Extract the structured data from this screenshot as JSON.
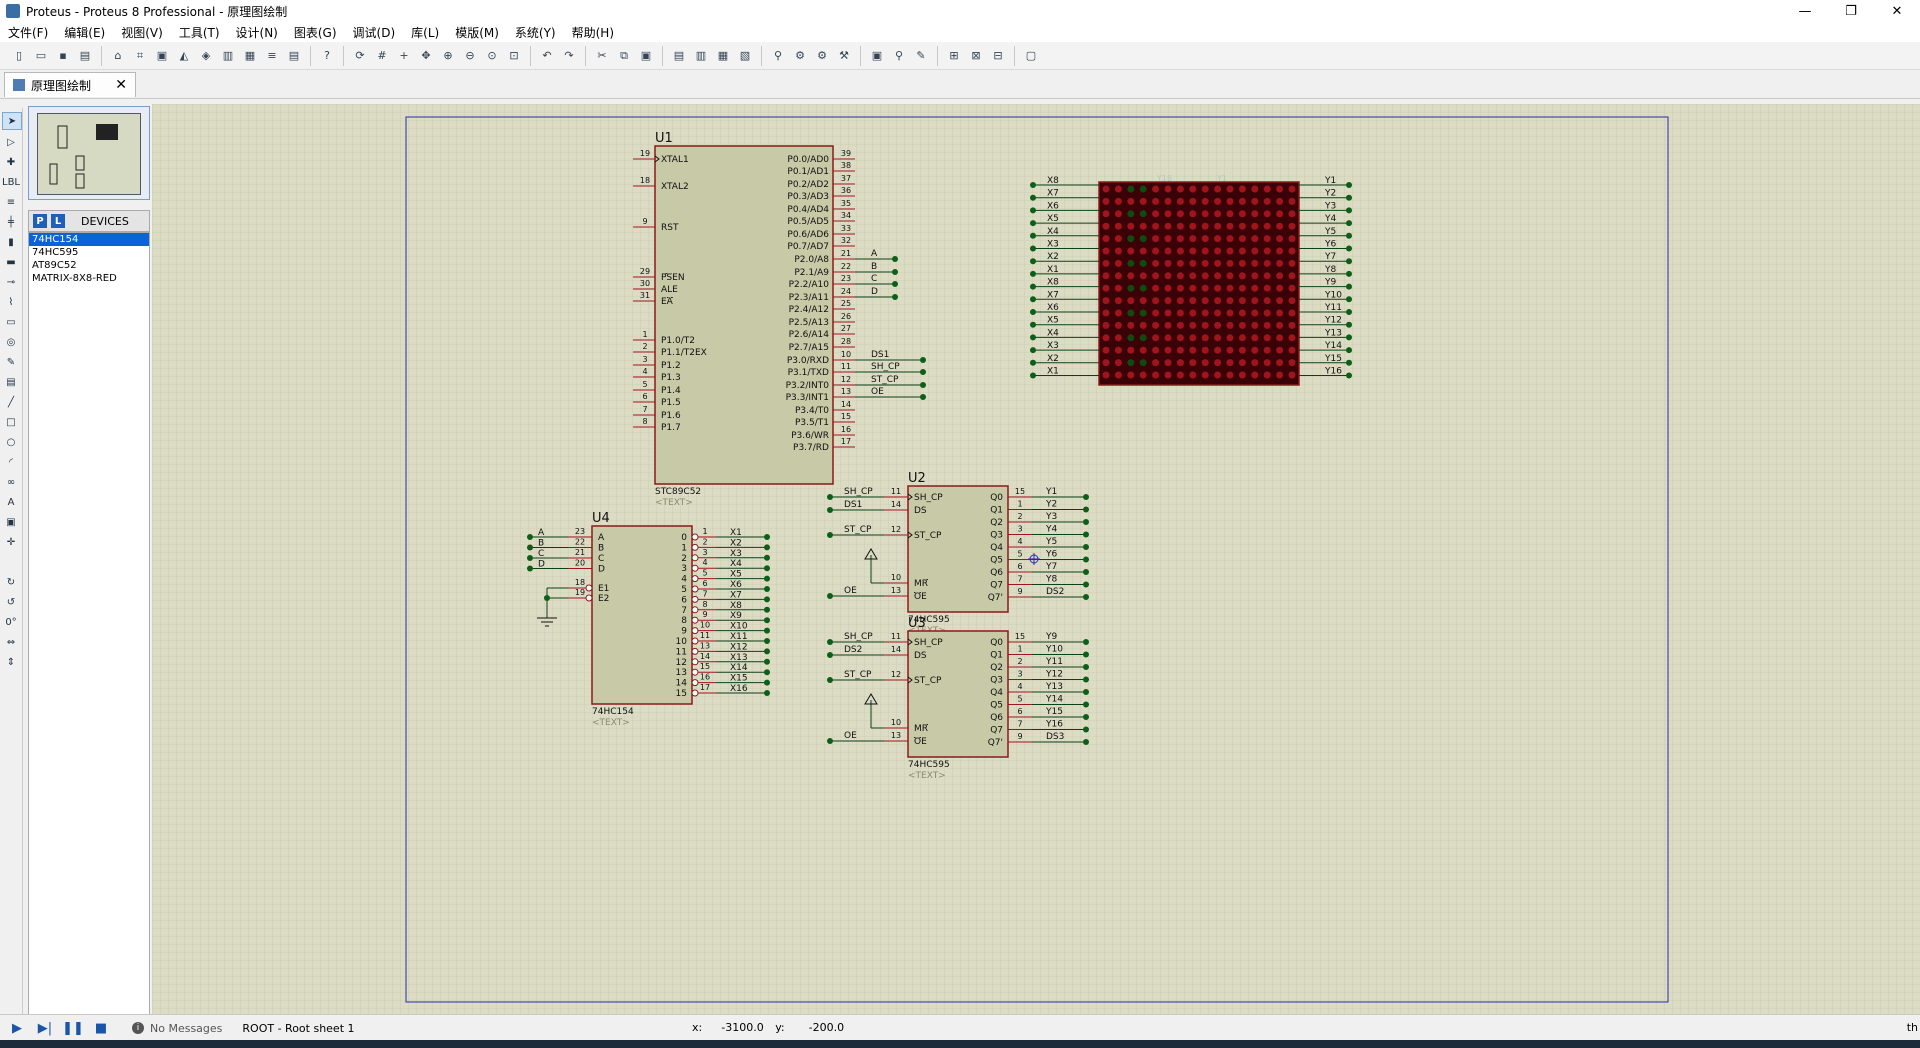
{
  "window": {
    "title": "Proteus - Proteus 8 Professional - 原理图绘制",
    "minimize": "—",
    "restore": "❐",
    "close": "✕"
  },
  "menu": [
    "文件(F)",
    "编辑(E)",
    "视图(V)",
    "工具(T)",
    "设计(N)",
    "图表(G)",
    "调试(D)",
    "库(L)",
    "模版(M)",
    "系统(Y)",
    "帮助(H)"
  ],
  "tab": {
    "label": "原理图绘制",
    "close": "✕"
  },
  "devices": {
    "p_button": "P",
    "l_button": "L",
    "title": "DEVICES",
    "items": [
      "74HC154",
      "74HC595",
      "AT89C52",
      "MATRIX-8X8-RED"
    ],
    "selected": "74HC154"
  },
  "left_tools": {
    "angle": "0°"
  },
  "status": {
    "messages": "No Messages",
    "sheet": "ROOT - Root sheet 1",
    "x_label": "x:",
    "x_value": "-3100.0",
    "y_label": "y:",
    "y_value": "-200.0",
    "right_edge": "th"
  },
  "schematic": {
    "colors": {
      "grid_bg": "#dcdcc4",
      "body": "#c7c9a7",
      "outline": "#8b1a1a",
      "pin_red": "#a0141e",
      "dot": "#0b5f16"
    },
    "u1": {
      "ref": "U1",
      "part": "STC89C52",
      "text": "<TEXT>",
      "left": [
        {
          "num": "19",
          "name": "XTAL1",
          "arrow": true
        },
        {
          "num": "18",
          "name": "XTAL2"
        },
        {
          "num": "9",
          "name": "RST"
        },
        {
          "num": "29",
          "name": "PSEN",
          "overline": true
        },
        {
          "num": "30",
          "name": "ALE"
        },
        {
          "num": "31",
          "name": "EA",
          "overline": true
        },
        {
          "num": "1",
          "name": "P1.0/T2"
        },
        {
          "num": "2",
          "name": "P1.1/T2EX"
        },
        {
          "num": "3",
          "name": "P1.2"
        },
        {
          "num": "4",
          "name": "P1.3"
        },
        {
          "num": "5",
          "name": "P1.4"
        },
        {
          "num": "6",
          "name": "P1.5"
        },
        {
          "num": "7",
          "name": "P1.6"
        },
        {
          "num": "8",
          "name": "P1.7"
        }
      ],
      "right": [
        {
          "num": "39",
          "name": "P0.0/AD0"
        },
        {
          "num": "38",
          "name": "P0.1/AD1"
        },
        {
          "num": "37",
          "name": "P0.2/AD2"
        },
        {
          "num": "36",
          "name": "P0.3/AD3"
        },
        {
          "num": "35",
          "name": "P0.4/AD4"
        },
        {
          "num": "34",
          "name": "P0.5/AD5"
        },
        {
          "num": "33",
          "name": "P0.6/AD6"
        },
        {
          "num": "32",
          "name": "P0.7/AD7"
        },
        {
          "num": "21",
          "name": "P2.0/A8",
          "net": "A"
        },
        {
          "num": "22",
          "name": "P2.1/A9",
          "net": "B"
        },
        {
          "num": "23",
          "name": "P2.2/A10",
          "net": "C"
        },
        {
          "num": "24",
          "name": "P2.3/A11",
          "net": "D"
        },
        {
          "num": "25",
          "name": "P2.4/A12"
        },
        {
          "num": "26",
          "name": "P2.5/A13"
        },
        {
          "num": "27",
          "name": "P2.6/A14"
        },
        {
          "num": "28",
          "name": "P2.7/A15"
        },
        {
          "num": "10",
          "name": "P3.0/RXD",
          "net": "DS1"
        },
        {
          "num": "11",
          "name": "P3.1/TXD",
          "net": "SH_CP"
        },
        {
          "num": "12",
          "name": "P3.2/INT0",
          "net": "ST_CP"
        },
        {
          "num": "13",
          "name": "P3.3/INT1",
          "net": "OE"
        },
        {
          "num": "14",
          "name": "P3.4/T0"
        },
        {
          "num": "15",
          "name": "P3.5/T1"
        },
        {
          "num": "16",
          "name": "P3.6/WR"
        },
        {
          "num": "17",
          "name": "P3.7/RD"
        }
      ]
    },
    "matrix": {
      "left_labels": [
        "X8",
        "X7",
        "X6",
        "X5",
        "X4",
        "X3",
        "X2",
        "X1",
        "X8",
        "X7",
        "X6",
        "X5",
        "X4",
        "X3",
        "X2",
        "X1"
      ],
      "right_labels": [
        "Y1",
        "Y2",
        "Y3",
        "Y4",
        "Y5",
        "Y6",
        "Y7",
        "Y8",
        "Y9",
        "Y10",
        "Y11",
        "Y12",
        "Y13",
        "Y14",
        "Y15",
        "Y16"
      ],
      "top_labels": [
        "Y16",
        "Y1"
      ]
    },
    "u4": {
      "ref": "U4",
      "part": "74HC154",
      "text": "<TEXT>",
      "inputs": [
        {
          "net": "A",
          "num": "23",
          "name": "A"
        },
        {
          "net": "B",
          "num": "22",
          "name": "B"
        },
        {
          "net": "C",
          "num": "21",
          "name": "C"
        },
        {
          "net": "D",
          "num": "20",
          "name": "D"
        }
      ],
      "enables": [
        {
          "num": "18",
          "name": "E1"
        },
        {
          "num": "19",
          "name": "E2"
        }
      ],
      "outputs": [
        {
          "name": "0",
          "num": "1",
          "net": "X1"
        },
        {
          "name": "1",
          "num": "2",
          "net": "X2"
        },
        {
          "name": "2",
          "num": "3",
          "net": "X3"
        },
        {
          "name": "3",
          "num": "4",
          "net": "X4"
        },
        {
          "name": "4",
          "num": "5",
          "net": "X5"
        },
        {
          "name": "5",
          "num": "6",
          "net": "X6"
        },
        {
          "name": "6",
          "num": "7",
          "net": "X7"
        },
        {
          "name": "7",
          "num": "8",
          "net": "X8"
        },
        {
          "name": "8",
          "num": "9",
          "net": "X9"
        },
        {
          "name": "9",
          "num": "10",
          "net": "X10"
        },
        {
          "name": "10",
          "num": "11",
          "net": "X11"
        },
        {
          "name": "11",
          "num": "13",
          "net": "X12"
        },
        {
          "name": "12",
          "num": "14",
          "net": "X13"
        },
        {
          "name": "13",
          "num": "15",
          "net": "X14"
        },
        {
          "name": "14",
          "num": "16",
          "net": "X15"
        },
        {
          "name": "15",
          "num": "17",
          "net": "X16"
        }
      ]
    },
    "u2": {
      "ref": "U2",
      "part": "74HC595",
      "text": "<TEXT>",
      "inputs": [
        {
          "net": "SH_CP",
          "num": "11",
          "name": "SH_CP"
        },
        {
          "net": "DS1",
          "num": "14",
          "name": "DS"
        },
        {
          "net": "ST_CP",
          "num": "12",
          "name": "ST_CP"
        },
        {
          "net": "",
          "num": "10",
          "name": "MR"
        },
        {
          "net": "OE",
          "num": "13",
          "name": "OE"
        }
      ],
      "outputs": [
        {
          "name": "Q0",
          "num": "15",
          "net": "Y1"
        },
        {
          "name": "Q1",
          "num": "1",
          "net": "Y2"
        },
        {
          "name": "Q2",
          "num": "2",
          "net": "Y3"
        },
        {
          "name": "Q3",
          "num": "3",
          "net": "Y4"
        },
        {
          "name": "Q4",
          "num": "4",
          "net": "Y5"
        },
        {
          "name": "Q5",
          "num": "5",
          "net": "Y6"
        },
        {
          "name": "Q6",
          "num": "6",
          "net": "Y7"
        },
        {
          "name": "Q7",
          "num": "7",
          "net": "Y8"
        },
        {
          "name": "Q7'",
          "num": "9",
          "net": "DS2"
        }
      ]
    },
    "u3": {
      "ref": "U3",
      "part": "74HC595",
      "text": "<TEXT>",
      "inputs": [
        {
          "net": "SH_CP",
          "num": "11",
          "name": "SH_CP"
        },
        {
          "net": "DS2",
          "num": "14",
          "name": "DS"
        },
        {
          "net": "ST_CP",
          "num": "12",
          "name": "ST_CP"
        },
        {
          "net": "",
          "num": "10",
          "name": "MR"
        },
        {
          "net": "OE",
          "num": "13",
          "name": "OE"
        }
      ],
      "outputs": [
        {
          "name": "Q0",
          "num": "15",
          "net": "Y9"
        },
        {
          "name": "Q1",
          "num": "1",
          "net": "Y10"
        },
        {
          "name": "Q2",
          "num": "2",
          "net": "Y11"
        },
        {
          "name": "Q3",
          "num": "3",
          "net": "Y12"
        },
        {
          "name": "Q4",
          "num": "4",
          "net": "Y13"
        },
        {
          "name": "Q5",
          "num": "5",
          "net": "Y14"
        },
        {
          "name": "Q6",
          "num": "6",
          "net": "Y15"
        },
        {
          "name": "Q7",
          "num": "7",
          "net": "Y16"
        },
        {
          "name": "Q7'",
          "num": "9",
          "net": "DS3"
        }
      ]
    }
  }
}
